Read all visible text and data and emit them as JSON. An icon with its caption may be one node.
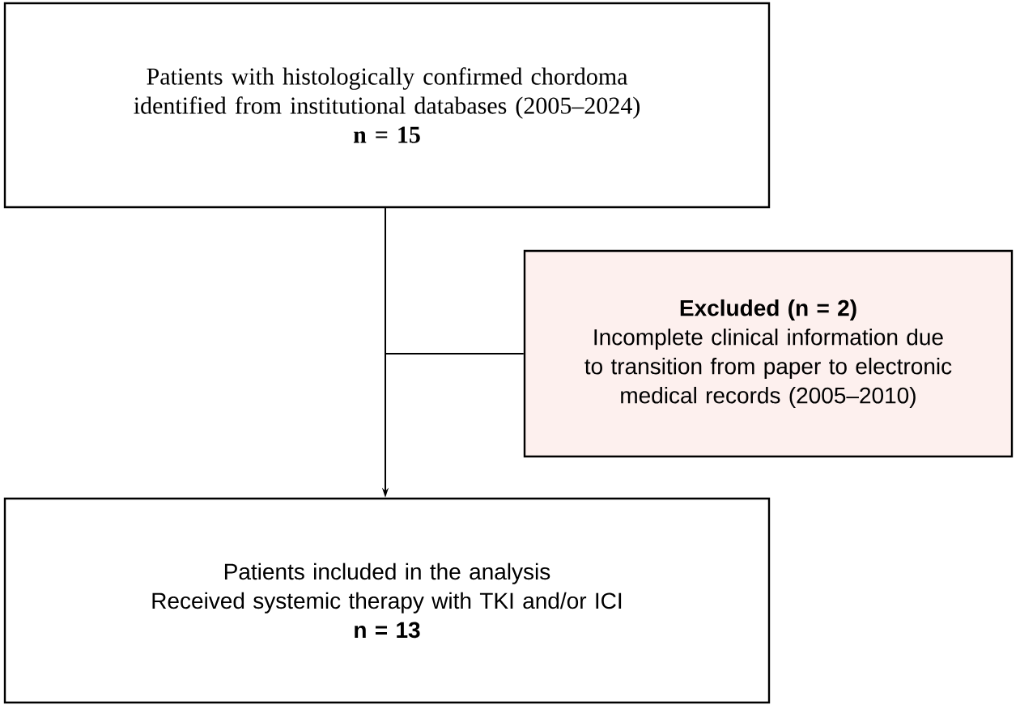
{
  "diagram": {
    "nodes": [
      {
        "text": [
          "Patients with histologically confirmed chordoma identified from institutional databases (2005–2024)",
          "n = 15"
        ]
      },
      {
        "text": [
          "Excluded (n = 2)",
          "Incomplete clinical information due to transition from paper to electronic medical records (2005–2010)"
        ]
      },
      {
        "text": [
          "Patients included in the analysis",
          "Received systemic therapy with TKI and/or ICI",
          "n = 13"
        ]
      }
    ],
    "edges": [
      {
        "from": 0,
        "to": 2,
        "arrow": "to"
      },
      {
        "from": 0,
        "to": 1,
        "arrow": "none"
      }
    ]
  }
}
